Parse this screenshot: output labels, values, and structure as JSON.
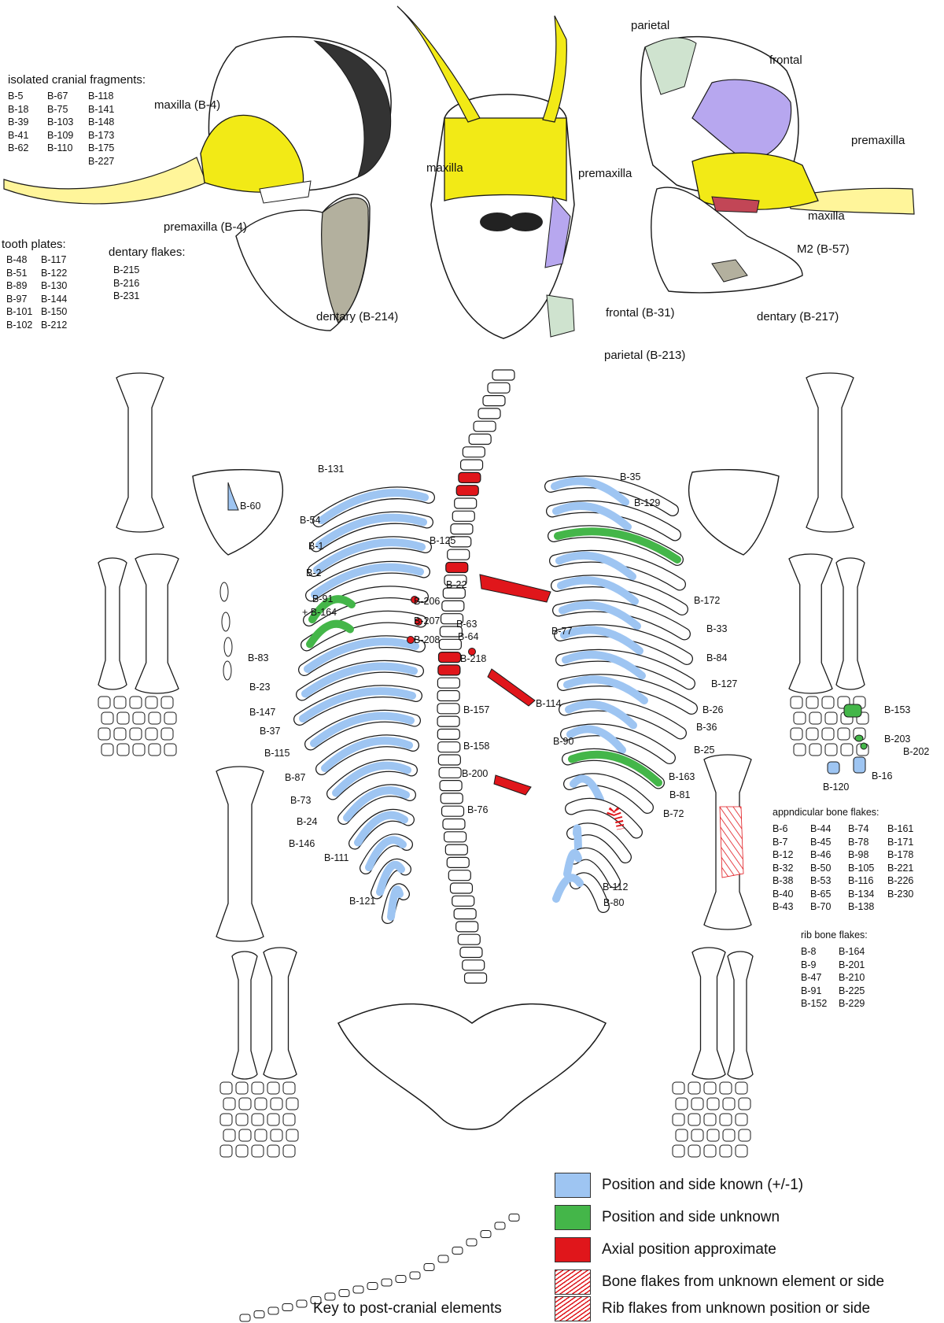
{
  "colors": {
    "known": "#9ec5f2",
    "unknown": "#44b649",
    "axial": "#e0161b",
    "flake_hatch": "#e0161b",
    "skull": "#f2ea16",
    "tusk": "#fff59a",
    "frontal": "#b7a7ef",
    "parietal": "#cfe3cf",
    "dentary": "#b3b09e",
    "m2": "#c24656",
    "outline": "#1a1a1a"
  },
  "cranial": {
    "isolated_title": "isolated cranial fragments:",
    "isolated_cols": [
      [
        "B-5",
        "B-18",
        "B-39",
        "B-41",
        "B-62"
      ],
      [
        "B-67",
        "B-75",
        "B-103",
        "B-109",
        "B-110"
      ],
      [
        "B-118",
        "B-141",
        "B-148",
        "B-173",
        "B-175",
        "B-227"
      ]
    ],
    "tooth_title": "tooth plates:",
    "tooth_cols": [
      [
        "B-48",
        "B-51",
        "B-89",
        "B-97",
        "B-101",
        "B-102"
      ],
      [
        "B-117",
        "B-122",
        "B-130",
        "B-144",
        "B-150",
        "B-212"
      ]
    ],
    "dentary_flakes_title": "dentary flakes:",
    "dentary_flakes": [
      "B-215",
      "B-216",
      "B-231"
    ],
    "labels": {
      "maxilla_b4": "maxilla (B-4)",
      "premaxilla_b4": "premaxilla (B-4)",
      "dentary_b214": "dentary (B-214)",
      "maxilla_mid": "maxilla",
      "premaxilla_mid": "premaxilla",
      "frontal_b31": "frontal (B-31)",
      "parietal_b213": "parietal (B-213)",
      "parietal_right": "parietal",
      "frontal_right": "frontal",
      "premaxilla_right": "premaxilla",
      "maxilla_right": "maxilla",
      "m2_b57": "M2 (B-57)",
      "dentary_b217": "dentary (B-217)"
    }
  },
  "left_ribs": [
    "B-131",
    "B-54",
    "B-1",
    "B-2",
    "B-91",
    "+ B-164",
    "B-83",
    "B-23",
    "B-147",
    "B-37",
    "B-115",
    "B-87",
    "B-73",
    "B-24",
    "B-146",
    "B-111",
    "B-121"
  ],
  "right_ribs": [
    "B-35",
    "B-129",
    "B-172",
    "B-77",
    "B-33",
    "B-84",
    "B-127",
    "B-26",
    "B-36",
    "B-90",
    "B-25",
    "B-163",
    "B-81",
    "B-72",
    "B-112",
    "B-80"
  ],
  "vertebra_labels": [
    "B-125",
    "B-22",
    "B-206",
    "B-207",
    "B-208",
    "B-63",
    "B-64",
    "B-218",
    "B-114",
    "B-157",
    "B-158",
    "B-200",
    "B-76"
  ],
  "limb_labels": {
    "scapula": "B-60",
    "carpal_1": "B-153",
    "carpal_2": "B-203",
    "carpal_3": "B-202",
    "carpal_4": "B-16",
    "carpal_5": "B-120"
  },
  "appendicular": {
    "title": "appndicular bone flakes:",
    "cols": [
      [
        "B-6",
        "B-7",
        "B-12",
        "B-32",
        "B-38",
        "B-40",
        "B-43"
      ],
      [
        "B-44",
        "B-45",
        "B-46",
        "B-50",
        "B-53",
        "B-65",
        "B-70"
      ],
      [
        "B-74",
        "B-78",
        "B-98",
        "B-105",
        "B-116",
        "B-134",
        "B-138"
      ],
      [
        "B-161",
        "B-171",
        "B-178",
        "B-221",
        "B-226",
        "B-230"
      ]
    ]
  },
  "rib_flakes": {
    "title": "rib bone flakes:",
    "cols": [
      [
        "B-8",
        "B-9",
        "B-47",
        "B-91",
        "B-152"
      ],
      [
        "B-164",
        "B-201",
        "B-210",
        "B-225",
        "B-229"
      ]
    ]
  },
  "legend": {
    "known": "Position and side known (+/-1)",
    "unknown": "Position and side unknown",
    "axial": "Axial position approximate",
    "bone_flakes": "Bone flakes from unknown element or side",
    "rib_flakes": "Rib flakes from unknown position or side"
  },
  "key_title": "Key to post-cranial elements"
}
